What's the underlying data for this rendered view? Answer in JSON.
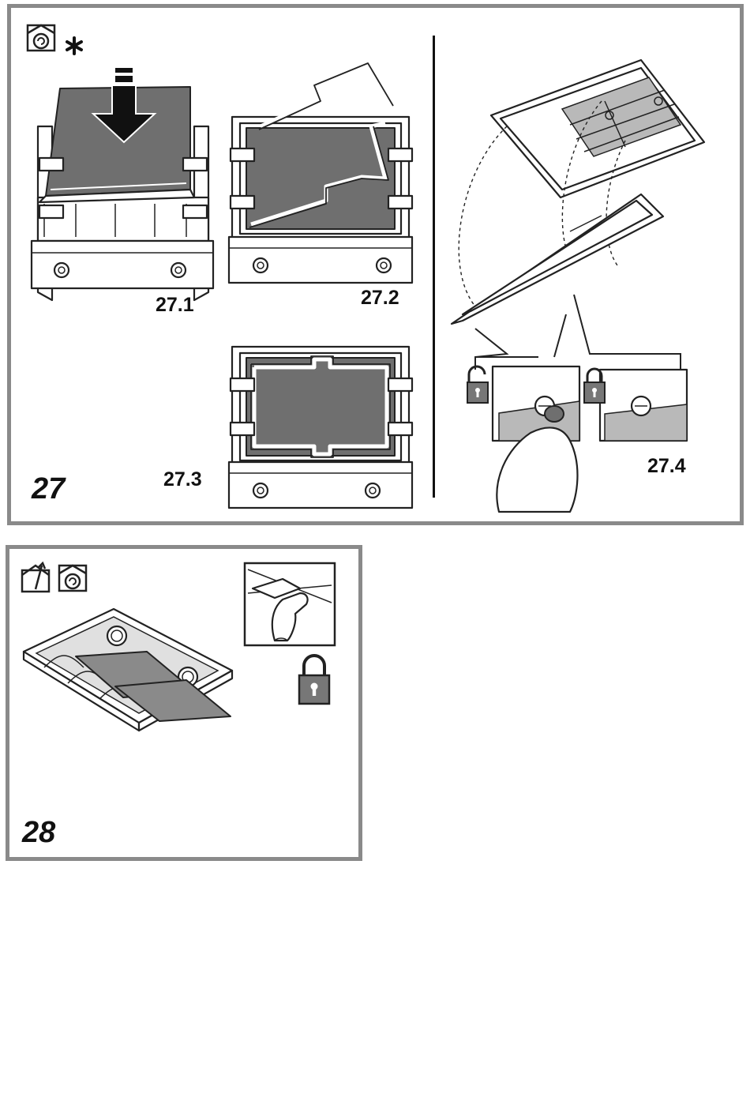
{
  "figure27": {
    "number": "27",
    "steps": [
      "27.1",
      "27.2",
      "27.3",
      "27.4"
    ],
    "icons": [
      "recirculation-mode-icon",
      "asterisk-icon"
    ]
  },
  "figure28": {
    "number": "28",
    "icons": [
      "extraction-mode-icon",
      "recirculation-mode-icon",
      "lock-icon"
    ]
  },
  "colors": {
    "frame": "#8a8a8a",
    "filter_fill": "#6f6f6f",
    "ink": "#222222"
  }
}
